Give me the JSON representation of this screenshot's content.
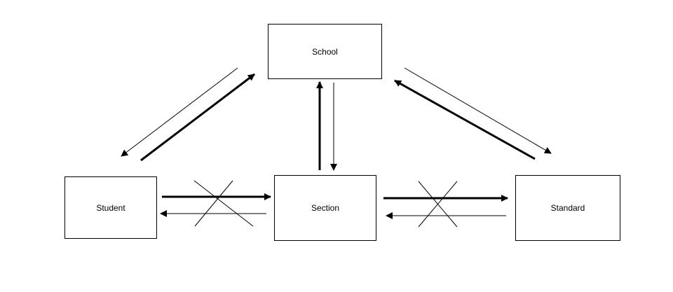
{
  "nodes": {
    "school": {
      "label": "School"
    },
    "student": {
      "label": "Student"
    },
    "section": {
      "label": "Section"
    },
    "standard": {
      "label": "Standard"
    }
  },
  "relations": [
    {
      "from": "Student",
      "to": "School",
      "style": "bold",
      "crossed": false
    },
    {
      "from": "School",
      "to": "Student",
      "style": "thin",
      "crossed": false
    },
    {
      "from": "Section",
      "to": "School",
      "style": "bold",
      "crossed": false
    },
    {
      "from": "School",
      "to": "Section",
      "style": "thin",
      "crossed": false
    },
    {
      "from": "Standard",
      "to": "School",
      "style": "bold",
      "crossed": false
    },
    {
      "from": "School",
      "to": "Standard",
      "style": "thin",
      "crossed": false
    },
    {
      "from": "Student",
      "to": "Section",
      "style": "bold",
      "crossed": true
    },
    {
      "from": "Section",
      "to": "Student",
      "style": "thin",
      "crossed": true
    },
    {
      "from": "Section",
      "to": "Standard",
      "style": "bold",
      "crossed": true
    },
    {
      "from": "Standard",
      "to": "Section",
      "style": "thin",
      "crossed": true
    }
  ],
  "colors": {
    "stroke": "#000000",
    "background": "#ffffff"
  }
}
